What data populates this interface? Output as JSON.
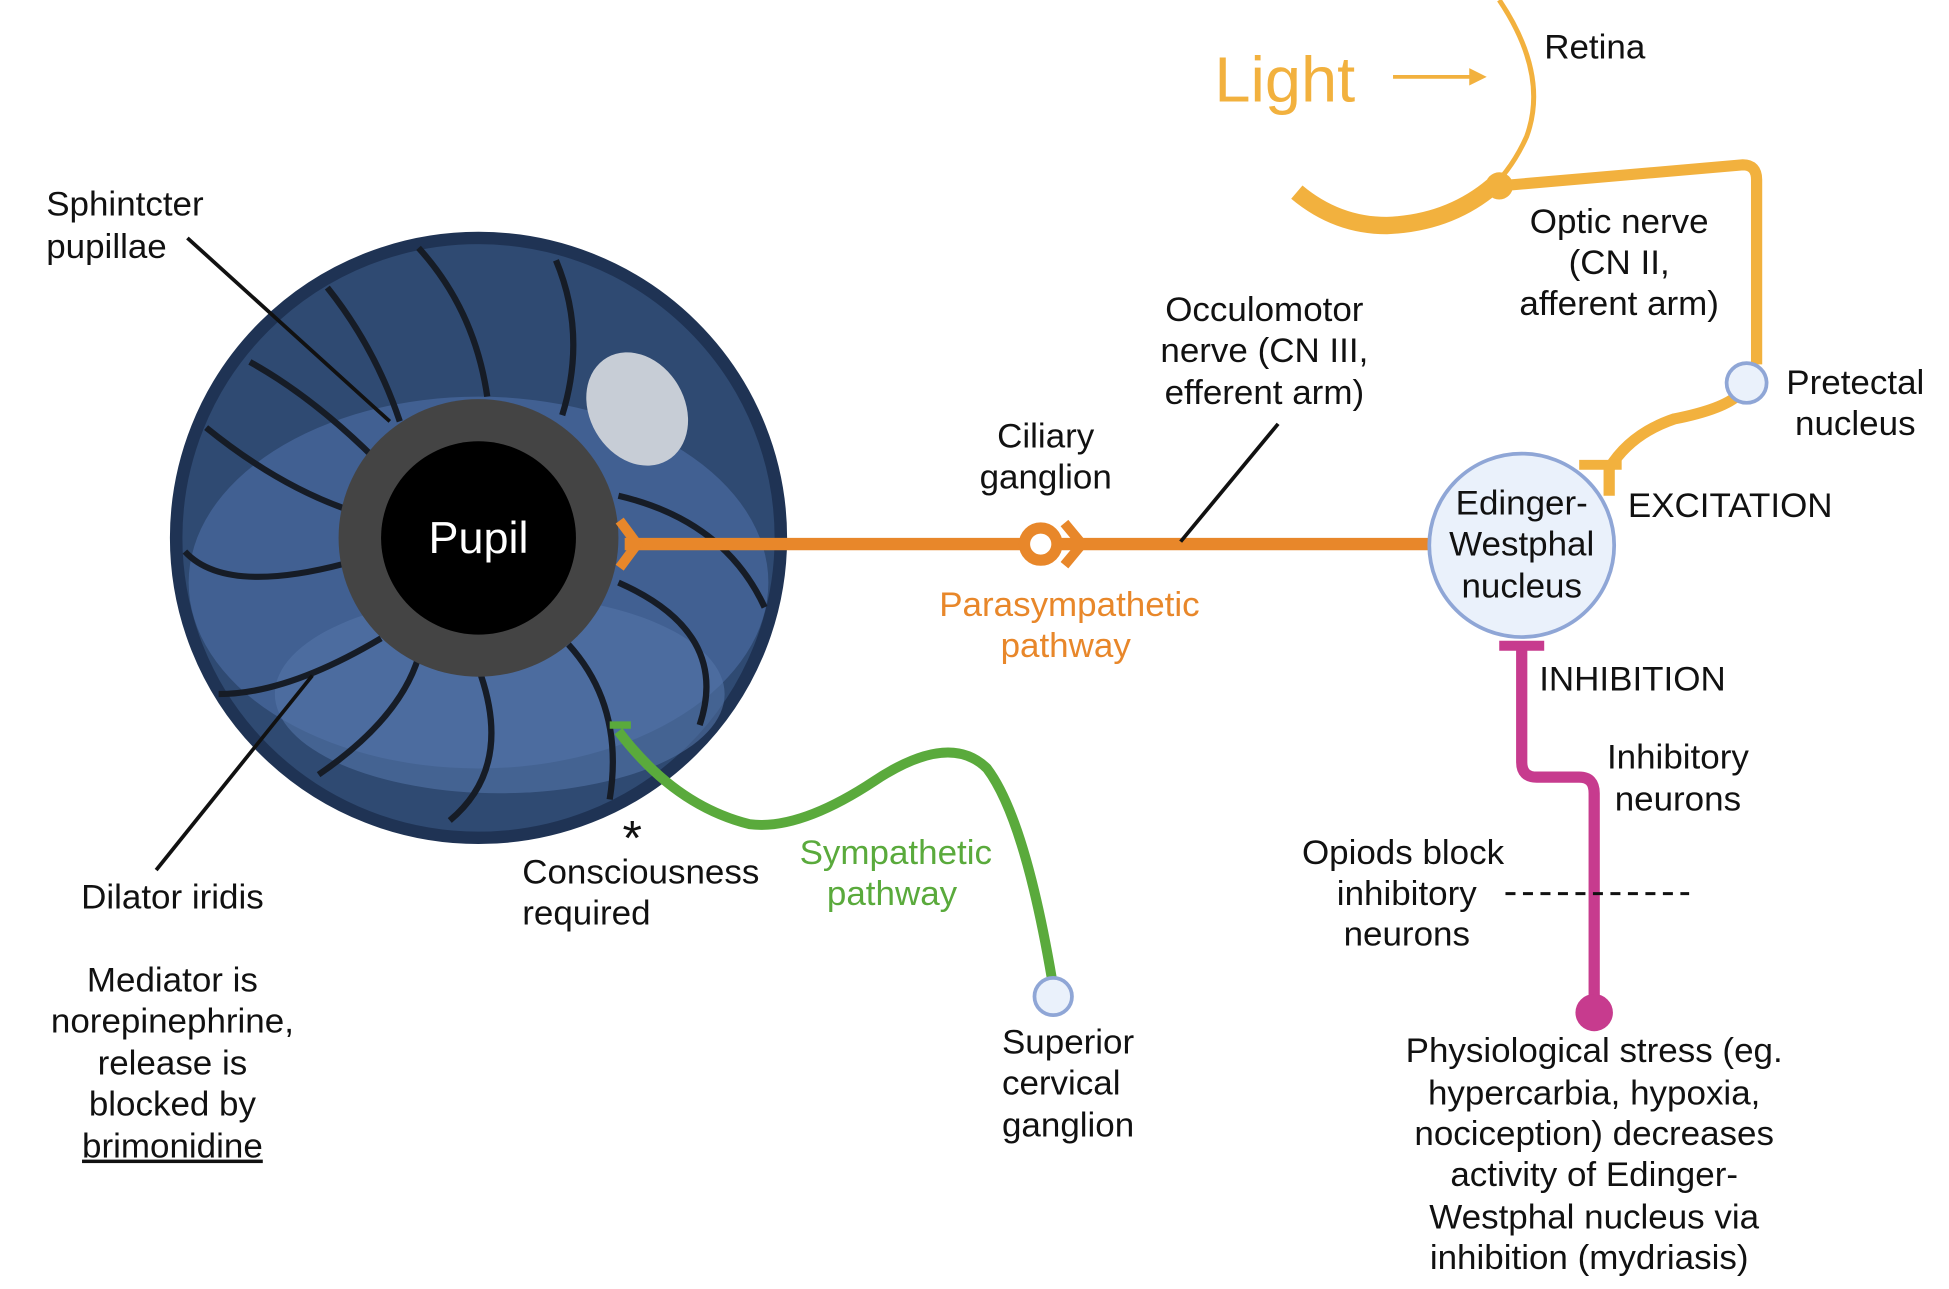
{
  "colors": {
    "light_pathway": "#f2b13e",
    "parasympathetic": "#e8872a",
    "sympathetic": "#5aaa3c",
    "inhibition": "#c73b8e",
    "iris": "#3d5a8a",
    "iris_border": "#1f3354",
    "nucleus_fill": "#eaf1fb",
    "nucleus_border": "#8fa6d6"
  },
  "labels": {
    "light": "Light",
    "retina": "Retina",
    "pupil": "Pupil",
    "sphincter": [
      "Sphintcter",
      "pupillae"
    ],
    "optic_nerve": [
      "Optic nerve",
      "(CN II,",
      "afferent arm)"
    ],
    "pretectal": [
      "Pretectal",
      "nucleus"
    ],
    "occulomotor": [
      "Occulomotor",
      "nerve (CN III,",
      "efferent arm)"
    ],
    "ciliary": [
      "Ciliary",
      "ganglion"
    ],
    "edinger": [
      "Edinger-",
      "Westphal",
      "nucleus"
    ],
    "excitation": "EXCITATION",
    "inhibition": "INHIBITION",
    "parasympathetic": [
      "Parasympathetic",
      "pathway"
    ],
    "inhibitory_neurons": [
      "Inhibitory",
      "neurons"
    ],
    "opioids": [
      "Opiods block",
      "inhibitory",
      "neurons"
    ],
    "sympathetic": [
      "Sympathetic",
      "pathway"
    ],
    "asterisk": "*",
    "consciousness": [
      "Consciousness",
      "required"
    ],
    "dilator": "Dilator iridis",
    "mediator": [
      "Mediator is",
      "norepinephrine,",
      "release is",
      "blocked by",
      "brimonidine"
    ],
    "superior_cervical": [
      "Superior",
      "cervical",
      "ganglion"
    ],
    "stress": [
      "Physiological stress (eg.",
      "hypercarbia, hypoxia,",
      "nociception) decreases",
      "activity of Edinger-",
      "Westphal nucleus via",
      "inhibition (mydriasis)"
    ]
  }
}
